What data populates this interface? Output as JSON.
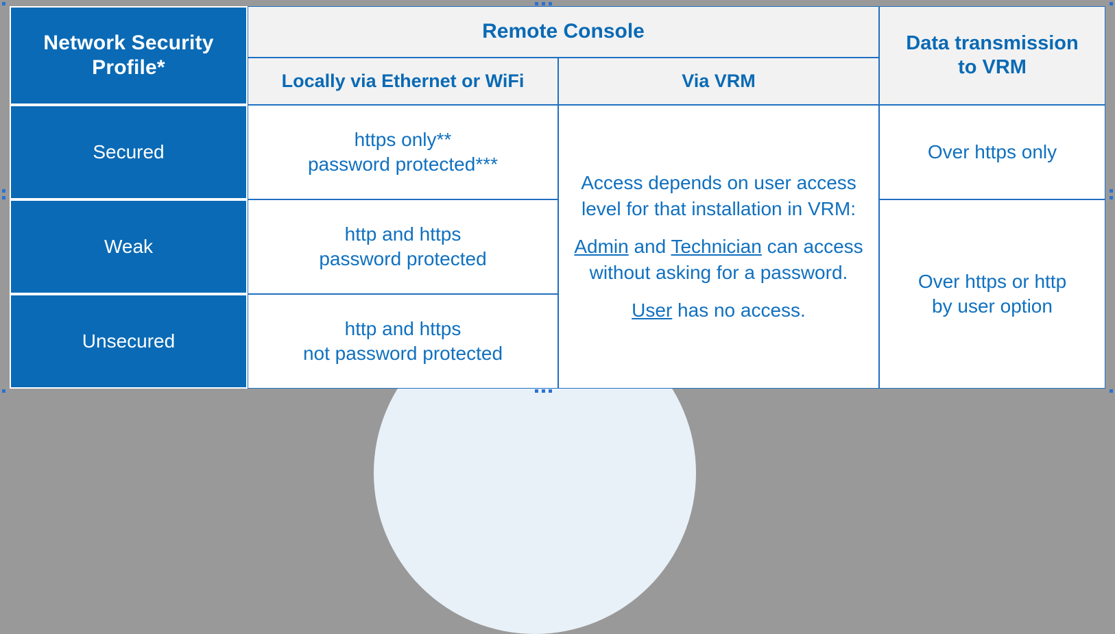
{
  "theme": {
    "brand_blue": "#0a6ab5",
    "text_blue": "#1070bf",
    "header_bg": "#f2f2f2",
    "frame_gray": "#999999",
    "cell_border": "#1f6fc0",
    "deco_arc": "#e9f1f8"
  },
  "table": {
    "headers": {
      "profile": "Network Security Profile*",
      "profile_line1": "Network Security",
      "profile_line2": "Profile*",
      "remote_console": "Remote Console",
      "locally": "Locally via Ethernet or WiFi",
      "via_vrm": "Via VRM",
      "data_transmission": "Data transmission to VRM",
      "data_transmission_line1": "Data transmission",
      "data_transmission_line2": "to VRM"
    },
    "rows": [
      {
        "profile": "Secured",
        "locally_line1": "https only**",
        "locally_line2": "password protected***",
        "data_transmission_line1": "Over https only",
        "data_transmission_line2": ""
      },
      {
        "profile": "Weak",
        "locally_line1": "http and https",
        "locally_line2": "password protected",
        "data_transmission_line1": "Over https or http",
        "data_transmission_line2": "by user option"
      },
      {
        "profile": "Unsecured",
        "locally_line1": "http and https",
        "locally_line2": "not password protected",
        "data_transmission_line1": "",
        "data_transmission_line2": ""
      }
    ],
    "vrm_cell": {
      "line1": "Access depends on user access",
      "line2": "level for that installation in VRM:",
      "admin": "Admin",
      "and": " and ",
      "technician": "Technician",
      "can_access": " can access",
      "line3_cont": "without asking for a password.",
      "user": "User",
      "user_rest": " has no access."
    }
  }
}
